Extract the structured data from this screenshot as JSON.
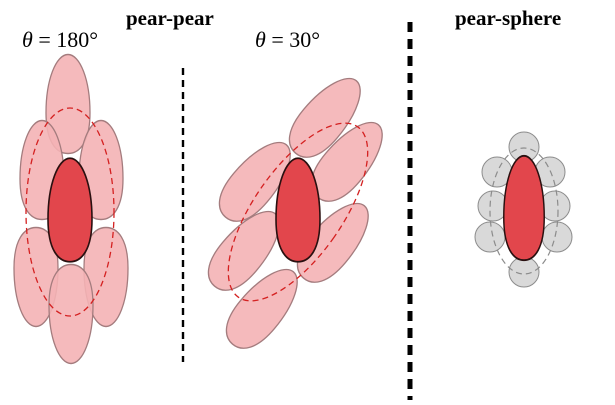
{
  "headings": {
    "pear_pear": "pear-pear",
    "pear_sphere": "pear-sphere"
  },
  "panels": {
    "left": {
      "symbol": "θ",
      "equals": " = ",
      "value": "180°"
    },
    "middle": {
      "symbol": "θ",
      "equals": " = ",
      "value": "30°"
    }
  },
  "colors": {
    "central_pear_fill": "#e2464c",
    "central_pear_stroke": "#2a1010",
    "neighbor_pear_fill": "#f4b2b5",
    "neighbor_pear_stroke": "#a47c7e",
    "dashed_ring_pear": "#d42020",
    "sphere_fill": "#d9d9d9",
    "sphere_stroke": "#8c8c8c",
    "dashed_ring_sphere": "#8c8c8c",
    "separator": "#000000"
  }
}
